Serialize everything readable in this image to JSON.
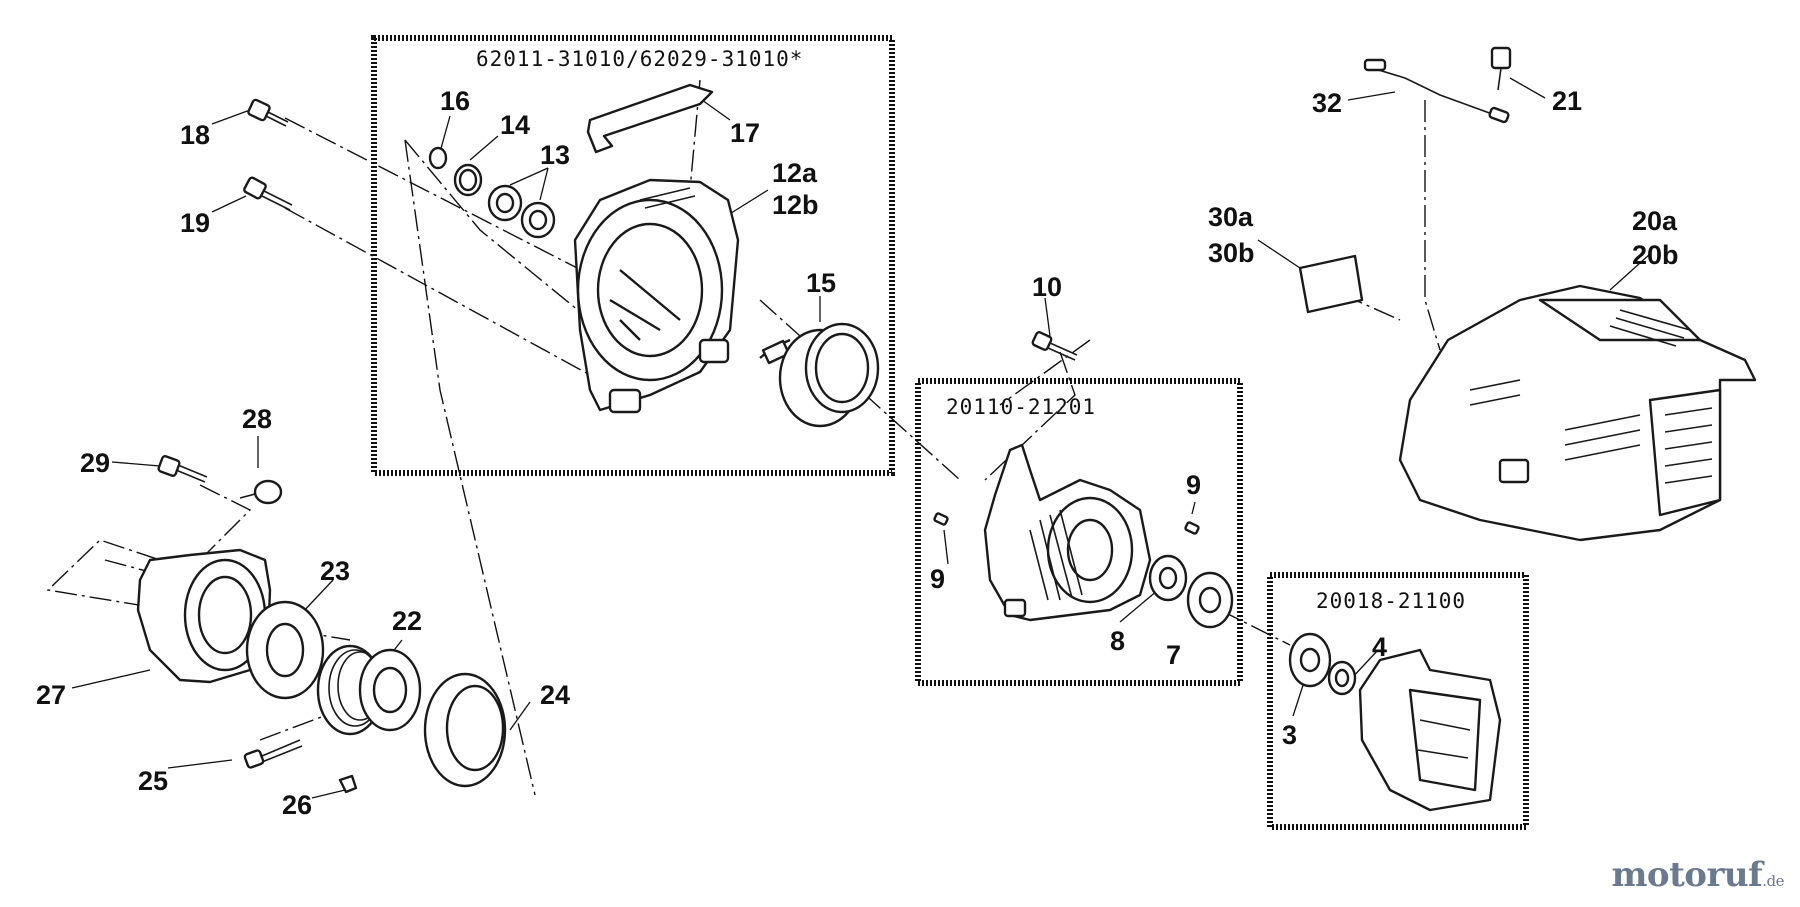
{
  "diagram": {
    "assemblies": [
      {
        "id": "assy-clutch-case",
        "label": "62011-31010/62029-31010*"
      },
      {
        "id": "assy-crankcase",
        "label": "20110-21201"
      },
      {
        "id": "assy-crankcase-half",
        "label": "20018-21100"
      }
    ],
    "callouts": [
      {
        "id": "c18",
        "label": "18"
      },
      {
        "id": "c19",
        "label": "19"
      },
      {
        "id": "c16",
        "label": "16"
      },
      {
        "id": "c14",
        "label": "14"
      },
      {
        "id": "c13",
        "label": "13"
      },
      {
        "id": "c17",
        "label": "17"
      },
      {
        "id": "c12a",
        "label": "12a"
      },
      {
        "id": "c12b",
        "label": "12b"
      },
      {
        "id": "c15",
        "label": "15"
      },
      {
        "id": "c10",
        "label": "10"
      },
      {
        "id": "c32",
        "label": "32"
      },
      {
        "id": "c21",
        "label": "21"
      },
      {
        "id": "c30a",
        "label": "30a"
      },
      {
        "id": "c30b",
        "label": "30b"
      },
      {
        "id": "c20a",
        "label": "20a"
      },
      {
        "id": "c20b",
        "label": "20b"
      },
      {
        "id": "c28",
        "label": "28"
      },
      {
        "id": "c29",
        "label": "29"
      },
      {
        "id": "c23",
        "label": "23"
      },
      {
        "id": "c22",
        "label": "22"
      },
      {
        "id": "c27",
        "label": "27"
      },
      {
        "id": "c24",
        "label": "24"
      },
      {
        "id": "c25",
        "label": "25"
      },
      {
        "id": "c26",
        "label": "26"
      },
      {
        "id": "c9a",
        "label": "9"
      },
      {
        "id": "c9b",
        "label": "9"
      },
      {
        "id": "c8",
        "label": "8"
      },
      {
        "id": "c7",
        "label": "7"
      },
      {
        "id": "c4",
        "label": "4"
      },
      {
        "id": "c3",
        "label": "3"
      }
    ]
  },
  "watermark": {
    "brand": "motoruf",
    "tld": ".de"
  }
}
